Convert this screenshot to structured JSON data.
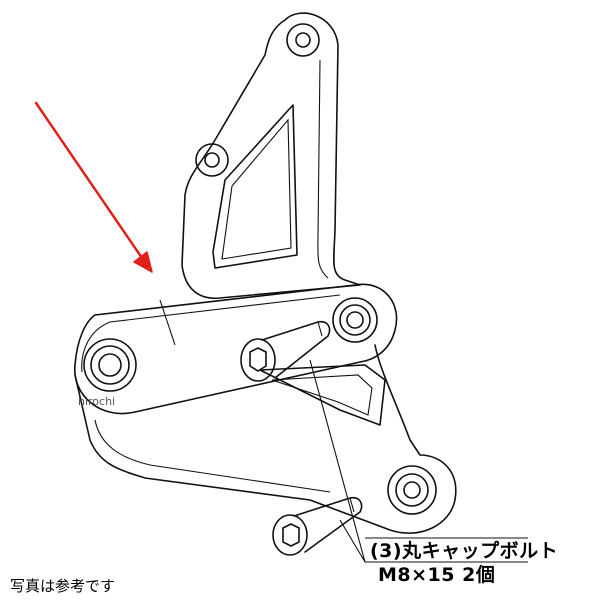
{
  "callout": {
    "part_name": "(3)丸キャップボルト",
    "spec": "M8×15 2個"
  },
  "caption": "写真は参考です",
  "watermark": "hirochi",
  "colors": {
    "arrow": "#e0201b",
    "line": "#111111",
    "background": "#ffffff"
  },
  "icons": [
    "red-arrow-icon",
    "bracket-drawing",
    "cap-bolt-icon"
  ]
}
